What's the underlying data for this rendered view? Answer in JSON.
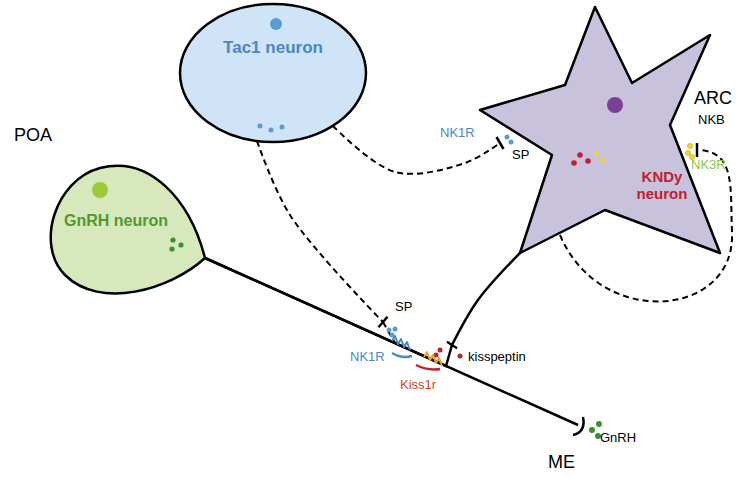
{
  "diagram": {
    "nodes": [
      {
        "text": [
          "Tac1 neuron"
        ]
      },
      {
        "text": [
          "KNDy neuron"
        ]
      },
      {
        "text": [
          "GnRH neuron"
        ]
      }
    ],
    "edges": [
      {
        "from": 0,
        "to": 1,
        "arrow": "none"
      },
      {
        "from": 0,
        "to": 2,
        "arrow": "none"
      },
      {
        "from": 1,
        "to": 2,
        "arrow": "none"
      }
    ],
    "labels": [
      "POA",
      "ARC",
      "ME",
      "NK1R",
      "SP",
      "NKB",
      "NK3R",
      "SP",
      "NK1R",
      "Kiss1r",
      "kisspeptin",
      "GnRH"
    ]
  }
}
